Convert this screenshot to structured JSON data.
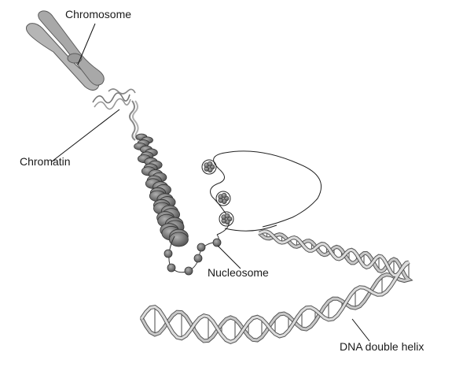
{
  "labels": {
    "chromosome": "Chromosome",
    "chromatin": "Chromatin",
    "nucleosome": "Nucleosome",
    "dna_double_helix": "DNA double helix"
  },
  "colors": {
    "chromosome_fill": "#b5b5b5",
    "chromosome_stroke": "#5a5a5a",
    "nucleosome_fill": "#7a7a7a",
    "helix_strand": "#c8c8c8",
    "helix_stroke": "#555555",
    "line": "#111111"
  }
}
